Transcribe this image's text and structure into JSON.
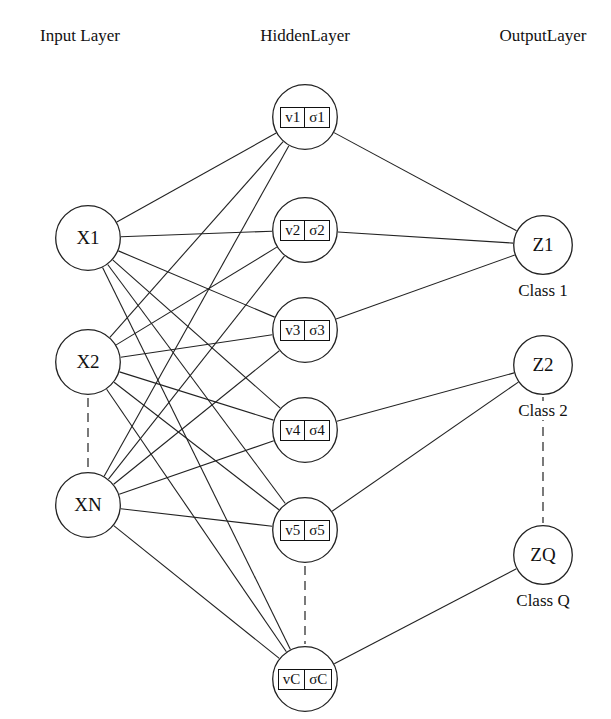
{
  "diagram": {
    "nodes": [
      {
        "text": [
          "X1"
        ]
      },
      {
        "text": [
          "X2"
        ]
      },
      {
        "text": [
          "XN"
        ]
      },
      {
        "text": [
          "v1",
          "σ1"
        ]
      },
      {
        "text": [
          "v2",
          "σ2"
        ]
      },
      {
        "text": [
          "v3",
          "σ3"
        ]
      },
      {
        "text": [
          "v4",
          "σ4"
        ]
      },
      {
        "text": [
          "v5",
          "σ5"
        ]
      },
      {
        "text": [
          "vC",
          "σC"
        ]
      },
      {
        "text": [
          "Z1",
          "Class 1"
        ]
      },
      {
        "text": [
          "Z2",
          "Class 2"
        ]
      },
      {
        "text": [
          "ZQ",
          "Class Q"
        ]
      }
    ],
    "edges": [
      {
        "from": 0,
        "to": 3,
        "arrow": "none"
      },
      {
        "from": 0,
        "to": 4,
        "arrow": "none"
      },
      {
        "from": 0,
        "to": 5,
        "arrow": "none"
      },
      {
        "from": 0,
        "to": 6,
        "arrow": "none"
      },
      {
        "from": 0,
        "to": 7,
        "arrow": "none"
      },
      {
        "from": 0,
        "to": 8,
        "arrow": "none"
      },
      {
        "from": 1,
        "to": 3,
        "arrow": "none"
      },
      {
        "from": 1,
        "to": 4,
        "arrow": "none"
      },
      {
        "from": 1,
        "to": 5,
        "arrow": "none"
      },
      {
        "from": 1,
        "to": 6,
        "arrow": "none"
      },
      {
        "from": 1,
        "to": 7,
        "arrow": "none"
      },
      {
        "from": 1,
        "to": 8,
        "arrow": "none"
      },
      {
        "from": 2,
        "to": 3,
        "arrow": "none"
      },
      {
        "from": 2,
        "to": 4,
        "arrow": "none"
      },
      {
        "from": 2,
        "to": 5,
        "arrow": "none"
      },
      {
        "from": 2,
        "to": 6,
        "arrow": "none"
      },
      {
        "from": 2,
        "to": 7,
        "arrow": "none"
      },
      {
        "from": 2,
        "to": 8,
        "arrow": "none"
      },
      {
        "from": 3,
        "to": 9,
        "arrow": "none"
      },
      {
        "from": 4,
        "to": 9,
        "arrow": "none"
      },
      {
        "from": 5,
        "to": 9,
        "arrow": "none"
      },
      {
        "from": 6,
        "to": 10,
        "arrow": "none"
      },
      {
        "from": 7,
        "to": 10,
        "arrow": "none"
      },
      {
        "from": 8,
        "to": 11,
        "arrow": "none"
      }
    ],
    "labels": [
      "Input Layer",
      "HiddenLayer",
      "OutputLayer"
    ]
  }
}
